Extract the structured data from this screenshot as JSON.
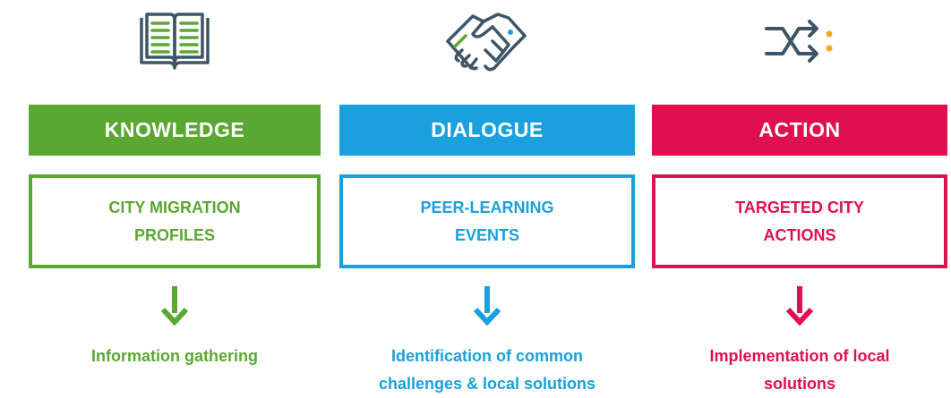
{
  "columns": [
    {
      "icon": "open-book-icon",
      "heading": "KNOWLEDGE",
      "box_line1": "CITY MIGRATION",
      "box_line2": "PROFILES",
      "caption_line1": "Information gathering",
      "caption_line2": "",
      "color": "#5aa832"
    },
    {
      "icon": "handshake-icon",
      "heading": "DIALOGUE",
      "box_line1": "PEER-LEARNING",
      "box_line2": "EVENTS",
      "caption_line1": "Identification of common",
      "caption_line2": "challenges & local solutions",
      "color": "#1aa0dc"
    },
    {
      "icon": "shuffle-arrows-icon",
      "heading": "ACTION",
      "box_line1": "TARGETED CITY",
      "box_line2": "ACTIONS",
      "caption_line1": "Implementation of local",
      "caption_line2": "solutions",
      "color": "#e0104e"
    }
  ],
  "icon_colors": {
    "outline": "#3d5566",
    "accent_green": "#5aa832",
    "accent_blue": "#1aa0dc",
    "accent_orange": "#f0a81c"
  }
}
